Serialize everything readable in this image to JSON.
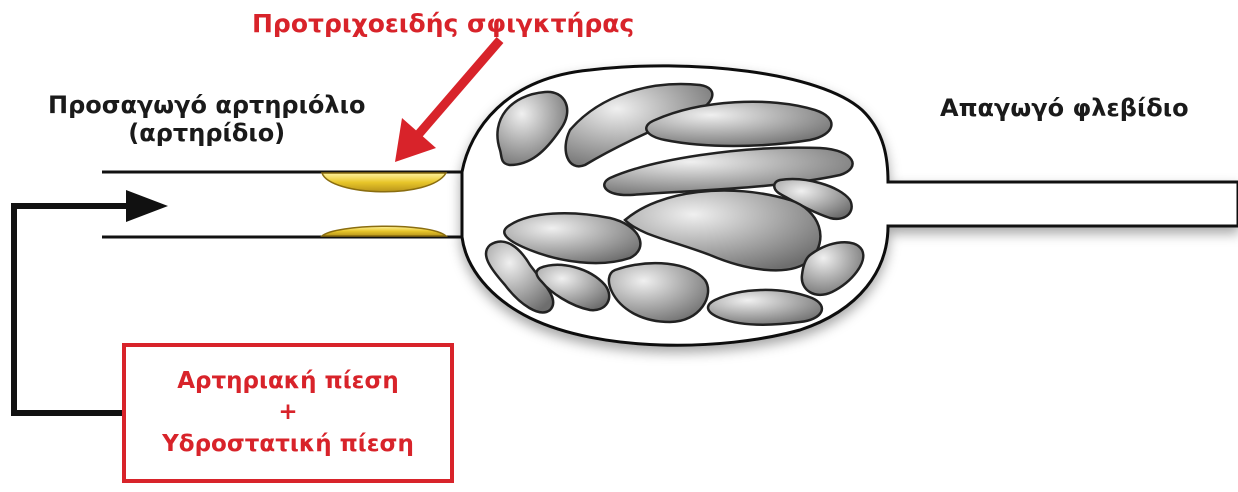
{
  "labels": {
    "sphincter": "Προτριχοειδής σφιγκτήρας",
    "afferent_line1": "Προσαγωγό αρτηριόλιο",
    "afferent_line2": "(αρτηρίδιο)",
    "efferent": "Απαγωγό φλεβίδιο"
  },
  "pressure_box": {
    "line1": "Αρτηριακή πίεση",
    "plus": "+",
    "line2": "Υδροστατική πίεση"
  },
  "colors": {
    "accent_red": "#d8232a",
    "text_dark": "#1a1a1a",
    "sphincter_yellow": "#e8c62a",
    "capillary_gray": "#9c9c9c",
    "line_black": "#111111"
  }
}
